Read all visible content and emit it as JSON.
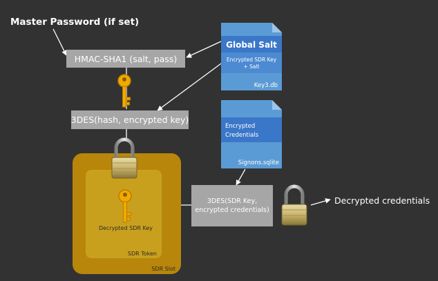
{
  "labels": {
    "master_password": "Master Password (if set)",
    "hmac": "HMAC-SHA1 (salt, pass)",
    "des_hash": "3DES(hash, encrypted key)",
    "decrypted_sdr_key": "Decrypted SDR Key",
    "sdr_token": "SDR Token",
    "sdr_slot": "SDR Slot",
    "des_sdr_line1": "3DES(SDR Key,",
    "des_sdr_line2": "encrypted credentials)",
    "decrypted_credentials": "Decrypted credentials"
  },
  "files": {
    "key3": {
      "header": "Global Salt",
      "body_line1": "Encrypted SDR Key",
      "body_line2": "+ Salt",
      "filename": "Key3.db"
    },
    "signons": {
      "body_line1": "Encrypted",
      "body_line2": "Credentials",
      "filename": "Signons.sqlite"
    }
  },
  "icons": {
    "key": "key-icon",
    "padlock": "padlock-icon"
  },
  "colors": {
    "background": "#323232",
    "box_gray": "#a6a6a6",
    "file_blue": "#5b9bd5",
    "file_band": "#2f6cc4",
    "slot_gold": "#b8860b",
    "token_gold": "#c9a01e",
    "key_gold": "#f2a900"
  }
}
